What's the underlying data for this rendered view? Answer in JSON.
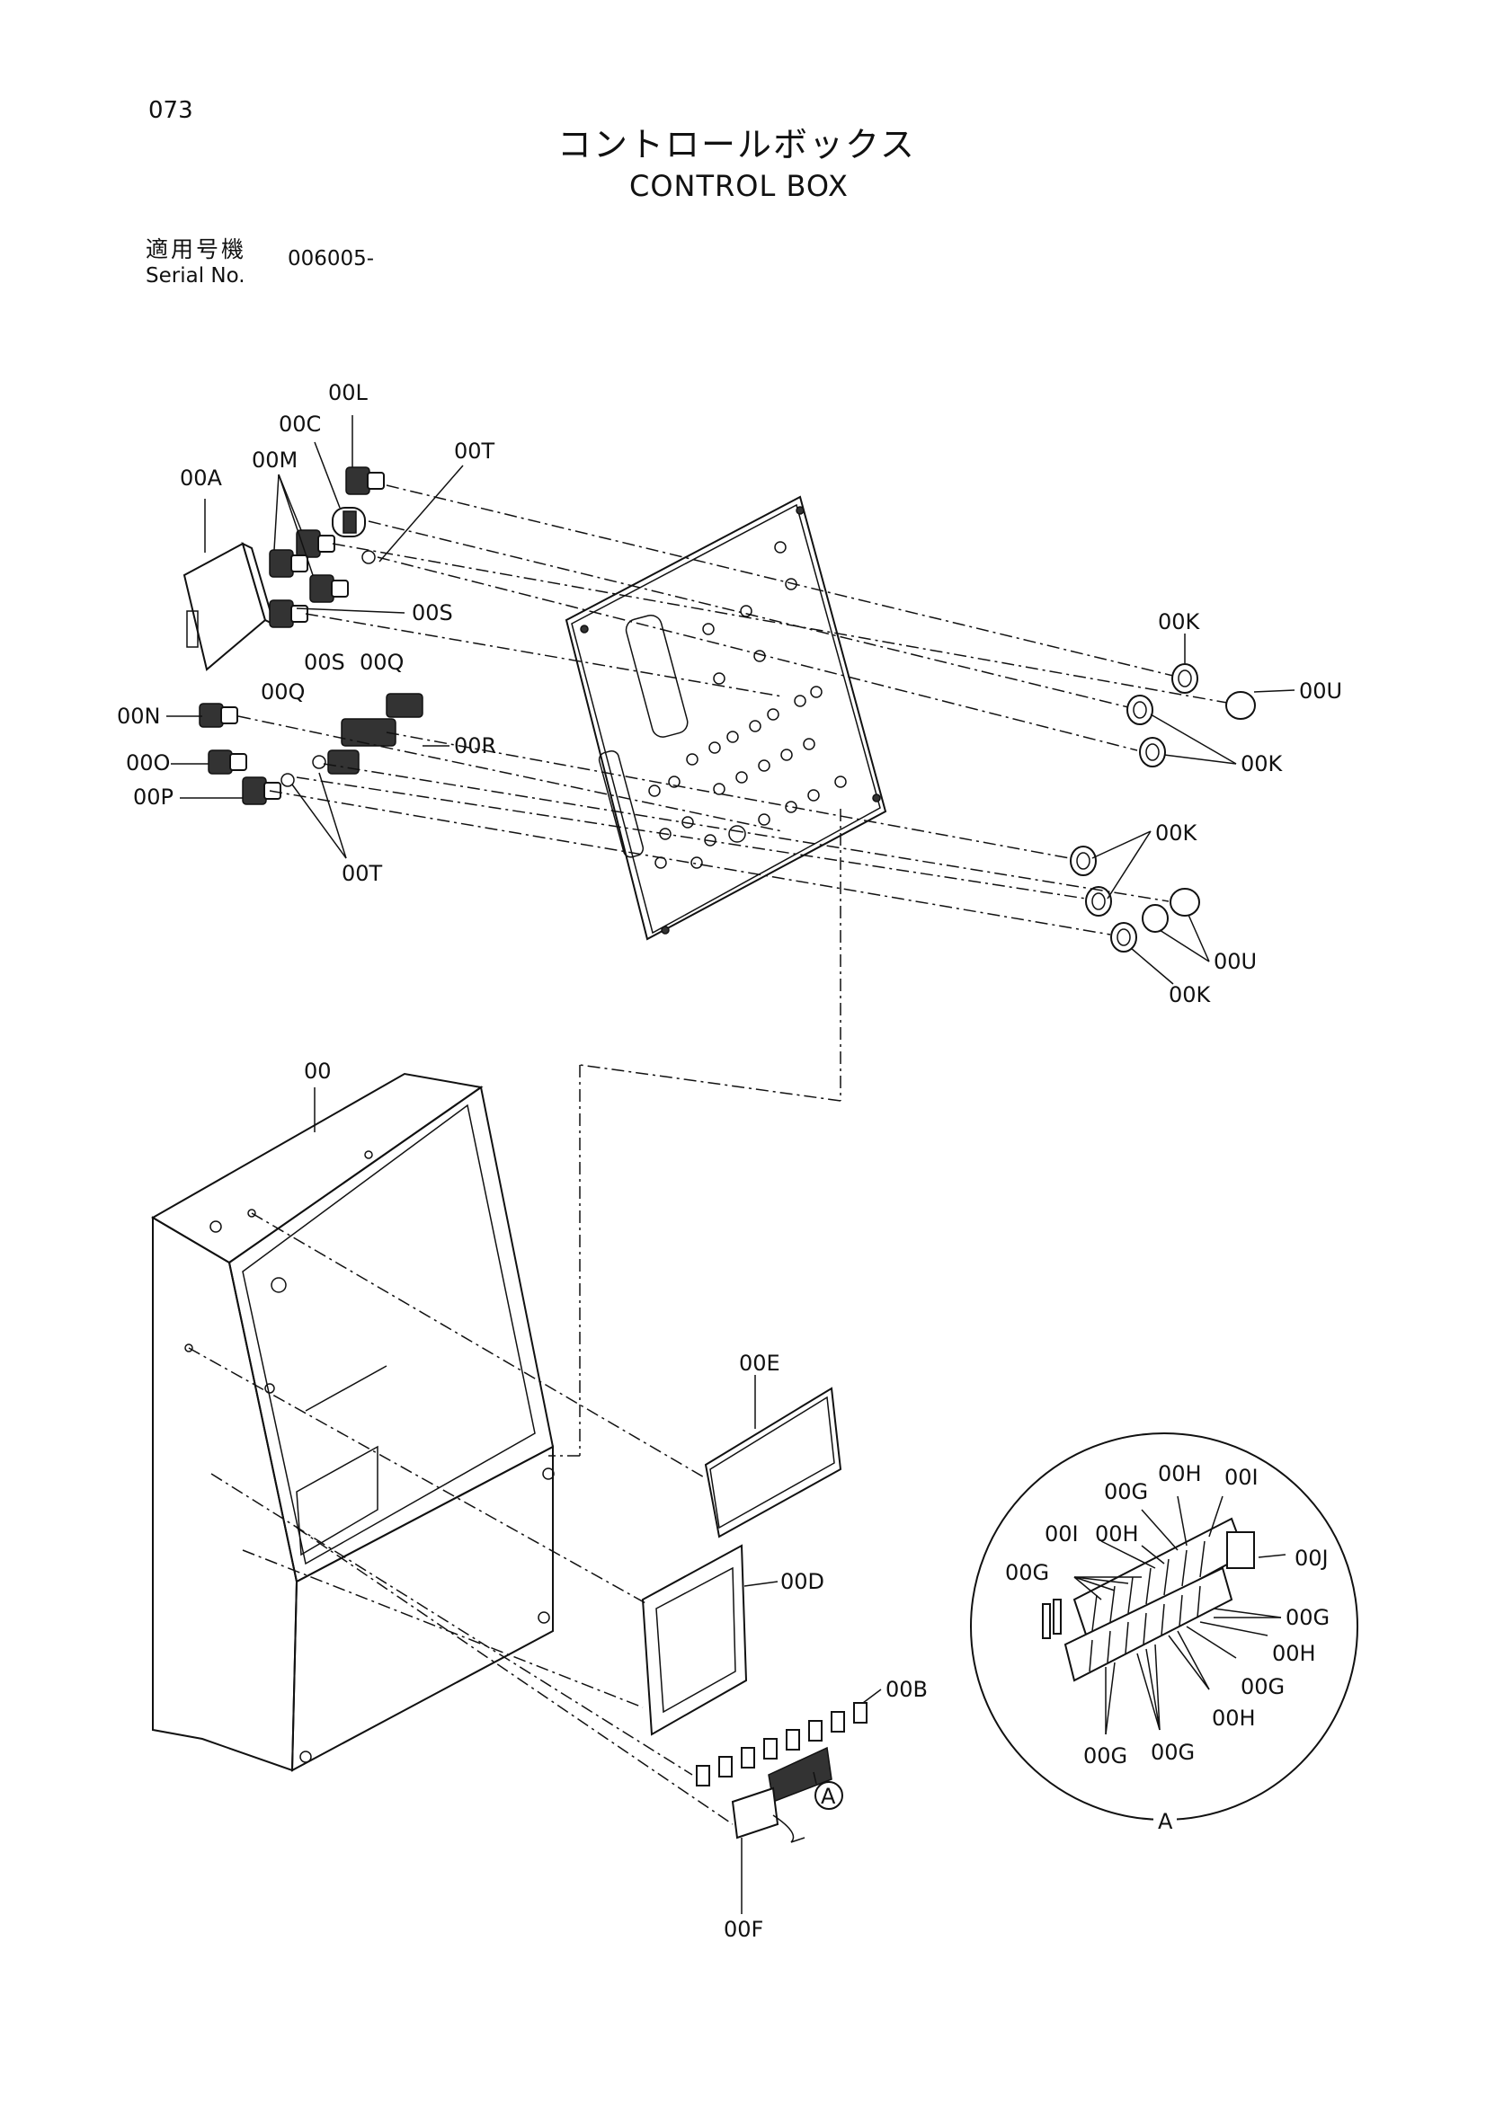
{
  "page_number": "073",
  "title_ja": "コントロールボックス",
  "title_en": "CONTROL BOX",
  "serial_label_ja": "適用号機",
  "serial_label_en": "Serial No.",
  "serial_value": "006005-",
  "detail_label": "A",
  "callout_marker": "A",
  "labels": {
    "l_00L": "00L",
    "l_00C": "00C",
    "l_00M": "00M",
    "l_00T_top": "00T",
    "l_00A": "00A",
    "l_00S_1": "00S",
    "l_00S_2": "00S",
    "l_00Q_1": "00Q",
    "l_00Q_2": "00Q",
    "l_00R": "00R",
    "l_00N": "00N",
    "l_00O": "00O",
    "l_00P": "00P",
    "l_00T_bot": "00T",
    "l_00K_1": "00K",
    "l_00U_1": "00U",
    "l_00K_2": "00K",
    "l_00K_3": "00K",
    "l_00U_2": "00U",
    "l_00K_4": "00K",
    "l_00": "00",
    "l_00E": "00E",
    "l_00D": "00D",
    "l_00B": "00B",
    "l_00F": "00F",
    "d_00G_1": "00G",
    "d_00H_1": "00H",
    "d_00I_1": "00I",
    "d_00I_2": "00I",
    "d_00H_2": "00H",
    "d_00J": "00J",
    "d_00G_2": "00G",
    "d_00G_3": "00G",
    "d_00H_3": "00H",
    "d_00G_4": "00G",
    "d_00H_4": "00H",
    "d_00G_5": "00G",
    "d_00G_6": "00G"
  }
}
